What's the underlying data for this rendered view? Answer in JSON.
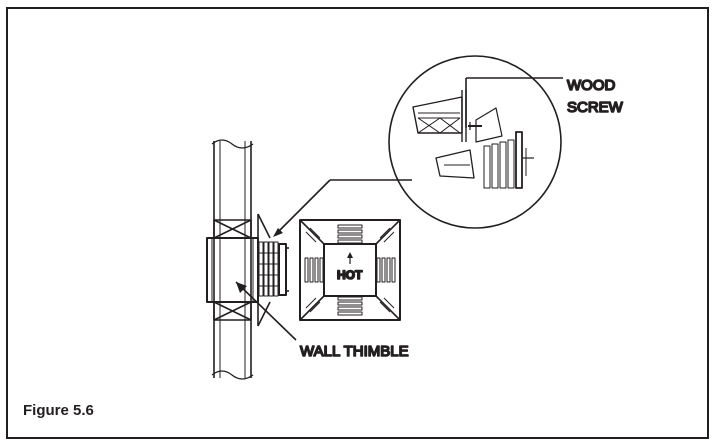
{
  "figure": {
    "caption": "Figure 5.6",
    "labels": {
      "wood_screw_line1": "WOOD",
      "wood_screw_line2": "SCREW",
      "wall_thimble": "WALL THIMBLE",
      "hot": "HOT"
    }
  }
}
